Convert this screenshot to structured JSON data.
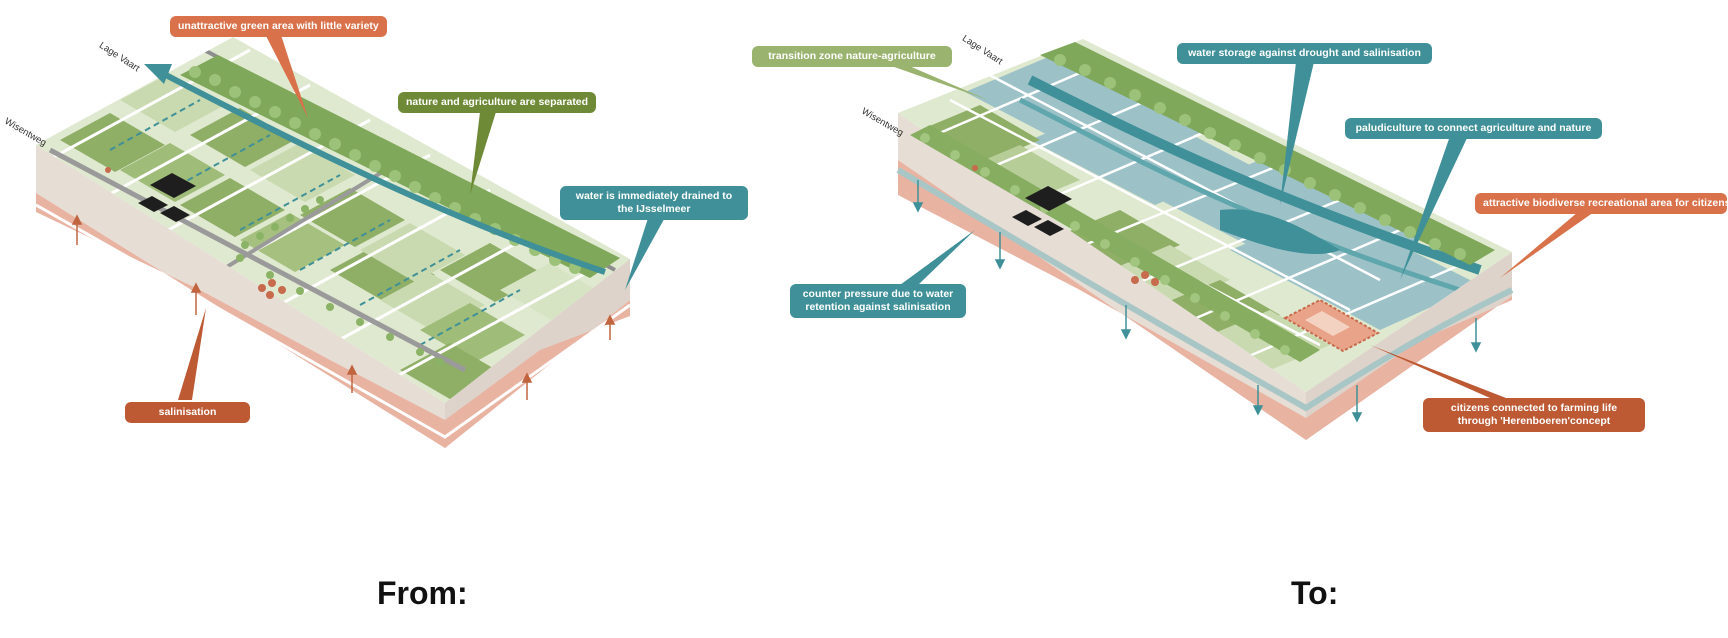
{
  "left_panel": {
    "callouts": {
      "green_area": "unattractive green area with little variety",
      "separated": "nature and agriculture are separated",
      "drained": "water is immediately drained to the IJsselmeer",
      "salinisation": "salinisation"
    },
    "roads": {
      "lage_vaart": "Lage Vaart",
      "wisentweg": "Wisentweg"
    },
    "caption": "From:"
  },
  "right_panel": {
    "callouts": {
      "transition": "transition zone nature-agriculture",
      "storage": "water storage against drought and salinisation",
      "paludiculture": "paludiculture to connect agriculture and nature",
      "recreational": "attractive biodiverse recreational area for citizens",
      "counter_pressure": "counter pressure due to water retention against salinisation",
      "citizens": "citizens connected to farming life through 'Herenboeren'concept"
    },
    "roads": {
      "lage_vaart": "Lage Vaart",
      "wisentweg": "Wisentweg"
    },
    "caption": "To:"
  },
  "colors": {
    "orange": "#d9714a",
    "olive": "#6f8a36",
    "teal": "#3f9098",
    "sage": "#9ab36f",
    "rust": "#bd5a34",
    "field_dark": "#8fae66",
    "field_light": "#dfe9cf",
    "water_field": "#9cc2c8",
    "soil": "#e6ddd5",
    "salt": "#e9b3a2"
  }
}
